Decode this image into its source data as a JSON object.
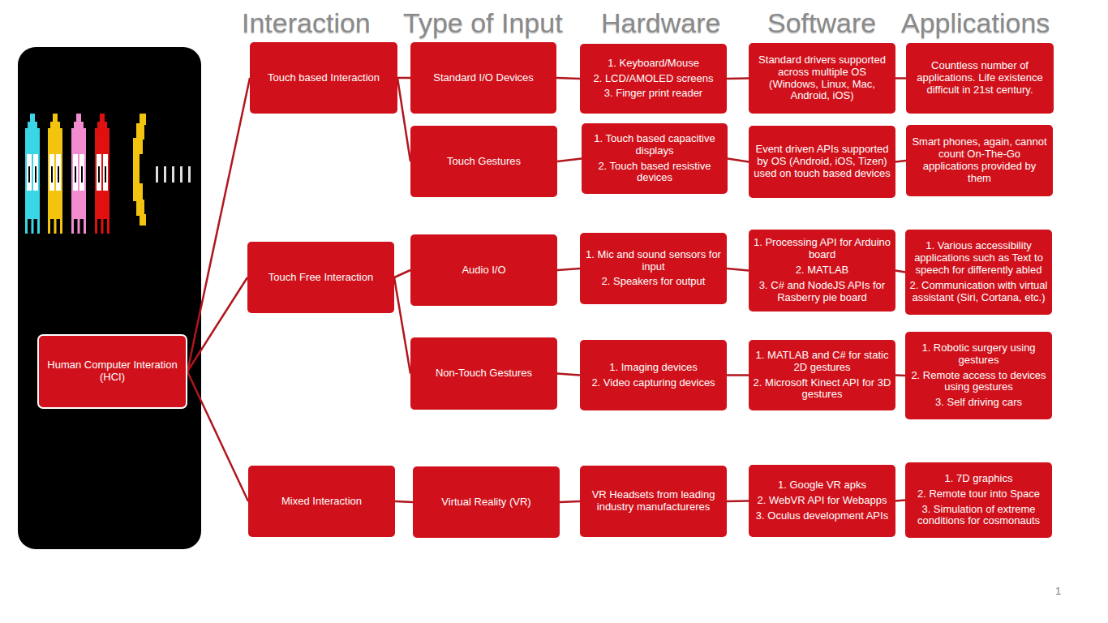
{
  "diagram": {
    "nodes": [
      {
        "text": [
          "Human Computer Interation (HCI)"
        ]
      },
      {
        "text": [
          "Touch based Interaction"
        ]
      },
      {
        "text": [
          "Standard I/O Devices"
        ]
      },
      {
        "text": [
          "1. Keyboard/Mouse",
          "2. LCD/AMOLED screens",
          "3. Finger print reader"
        ]
      },
      {
        "text": [
          "Standard drivers supported across multiple OS (Windows, Linux, Mac, Android, iOS)"
        ]
      },
      {
        "text": [
          "Countless number of applications. Life existence difficult in 21st century."
        ]
      },
      {
        "text": [
          "Touch Gestures"
        ]
      },
      {
        "text": [
          "1. Touch based capacitive displays",
          "2. Touch based resistive devices"
        ]
      },
      {
        "text": [
          "Event driven APIs supported by OS (Android, iOS, Tizen) used on touch based devices"
        ]
      },
      {
        "text": [
          "Smart phones, again, cannot count On-The-Go applications provided by them"
        ]
      },
      {
        "text": [
          "Touch Free Interaction"
        ]
      },
      {
        "text": [
          "Audio I/O"
        ]
      },
      {
        "text": [
          "1. Mic and sound sensors for input",
          "2. Speakers for output"
        ]
      },
      {
        "text": [
          "1. Processing API for Arduino board",
          "2. MATLAB",
          "3. C# and NodeJS APIs for Rasberry pie board"
        ]
      },
      {
        "text": [
          "1. Various accessibility applications such as Text to speech for differently abled",
          "2. Communication with virtual assistant (Siri, Cortana, etc.)"
        ]
      },
      {
        "text": [
          "Non-Touch Gestures"
        ]
      },
      {
        "text": [
          "1. Imaging devices",
          "2. Video capturing devices"
        ]
      },
      {
        "text": [
          "1. MATLAB and C# for static 2D gestures",
          "2. Microsoft Kinect API for 3D gestures"
        ]
      },
      {
        "text": [
          "1. Robotic surgery using gestures",
          "2. Remote access to devices using gestures",
          "3. Self driving cars"
        ]
      },
      {
        "text": [
          "Mixed Interaction"
        ]
      },
      {
        "text": [
          "Virtual Reality (VR)"
        ]
      },
      {
        "text": [
          "VR Headsets from leading industry manufactureres"
        ]
      },
      {
        "text": [
          "1. Google VR apks",
          "2. WebVR API for Webapps",
          "3. Oculus development APIs"
        ]
      },
      {
        "text": [
          "1. 7D graphics",
          "2. Remote tour into Space",
          "3. Simulation of extreme conditions for cosmonauts"
        ]
      }
    ],
    "edges": [
      {
        "from": 0,
        "to": 1,
        "arrow": "none"
      },
      {
        "from": 0,
        "to": 10,
        "arrow": "none"
      },
      {
        "from": 0,
        "to": 19,
        "arrow": "none"
      },
      {
        "from": 1,
        "to": 2,
        "arrow": "none"
      },
      {
        "from": 1,
        "to": 6,
        "arrow": "none"
      },
      {
        "from": 2,
        "to": 3,
        "arrow": "none"
      },
      {
        "from": 3,
        "to": 4,
        "arrow": "none"
      },
      {
        "from": 4,
        "to": 5,
        "arrow": "none"
      },
      {
        "from": 6,
        "to": 7,
        "arrow": "none"
      },
      {
        "from": 7,
        "to": 8,
        "arrow": "none"
      },
      {
        "from": 8,
        "to": 9,
        "arrow": "none"
      },
      {
        "from": 10,
        "to": 11,
        "arrow": "none"
      },
      {
        "from": 10,
        "to": 15,
        "arrow": "none"
      },
      {
        "from": 11,
        "to": 12,
        "arrow": "none"
      },
      {
        "from": 12,
        "to": 13,
        "arrow": "none"
      },
      {
        "from": 13,
        "to": 14,
        "arrow": "none"
      },
      {
        "from": 15,
        "to": 16,
        "arrow": "none"
      },
      {
        "from": 16,
        "to": 17,
        "arrow": "none"
      },
      {
        "from": 17,
        "to": 18,
        "arrow": "none"
      },
      {
        "from": 19,
        "to": 20,
        "arrow": "none"
      },
      {
        "from": 20,
        "to": 21,
        "arrow": "none"
      },
      {
        "from": 21,
        "to": 22,
        "arrow": "none"
      },
      {
        "from": 22,
        "to": 23,
        "arrow": "none"
      }
    ],
    "labels": [
      "Interaction",
      "Type of Input",
      "Hardware",
      "Software",
      "Applications",
      "1"
    ]
  }
}
